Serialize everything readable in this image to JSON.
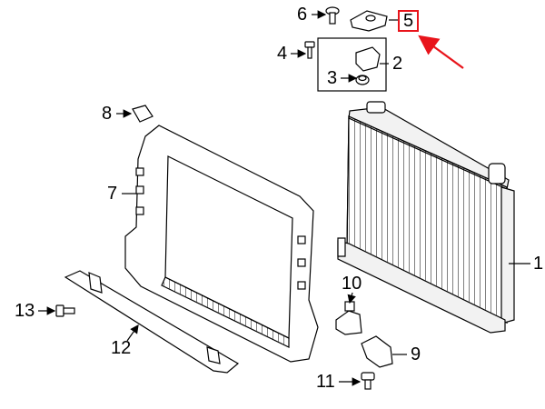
{
  "diagram": {
    "callouts": [
      {
        "id": "1",
        "label": "1"
      },
      {
        "id": "2",
        "label": "2"
      },
      {
        "id": "3",
        "label": "3"
      },
      {
        "id": "4",
        "label": "4"
      },
      {
        "id": "5",
        "label": "5",
        "highlighted": true
      },
      {
        "id": "6",
        "label": "6"
      },
      {
        "id": "7",
        "label": "7"
      },
      {
        "id": "8",
        "label": "8"
      },
      {
        "id": "9",
        "label": "9"
      },
      {
        "id": "10",
        "label": "10"
      },
      {
        "id": "11",
        "label": "11"
      },
      {
        "id": "12",
        "label": "12"
      },
      {
        "id": "13",
        "label": "13"
      }
    ],
    "colors": {
      "line": "#000000",
      "highlight": "#e8141b",
      "part_fill": "#ffffff",
      "part_shade": "#e6e6e6"
    }
  }
}
